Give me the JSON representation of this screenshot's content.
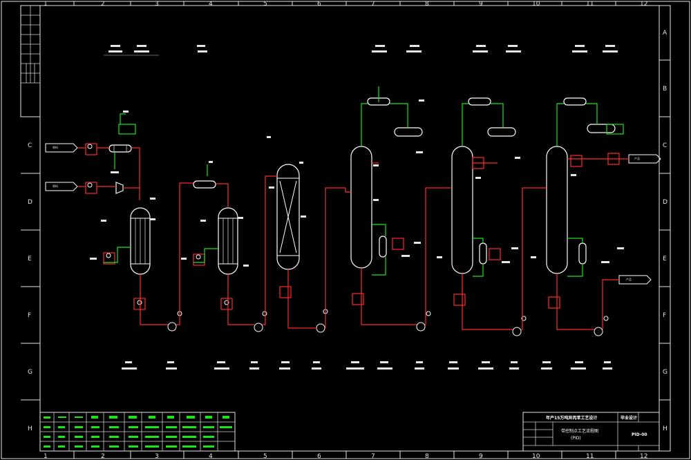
{
  "grid": {
    "columns": [
      "1",
      "2",
      "3",
      "4",
      "5",
      "6",
      "7",
      "8",
      "9",
      "10",
      "11",
      "12"
    ],
    "rows": [
      "A",
      "B",
      "C",
      "D",
      "E",
      "F",
      "G",
      "H"
    ]
  },
  "left_panel": {
    "rows": [
      "",
      "",
      "",
      "",
      "",
      "",
      "",
      "",
      ""
    ]
  },
  "streams": {
    "inlet_1": "原料",
    "inlet_2": "原料",
    "outlet_product": "产品",
    "outlet_side": "产品"
  },
  "title_block": {
    "header_left": "年产15万吨异丙苯工艺设计",
    "header_right": "毕业设计",
    "drawing_title": "带控制点工艺流程图",
    "drawing_subtitle": "(PID)",
    "drawing_no": "PID-00"
  },
  "colors": {
    "background": "#000000",
    "frame": "#e6e6e6",
    "equipment": "#ffffff",
    "process_line": "#ff2a2a",
    "utility_line": "#19e619"
  }
}
